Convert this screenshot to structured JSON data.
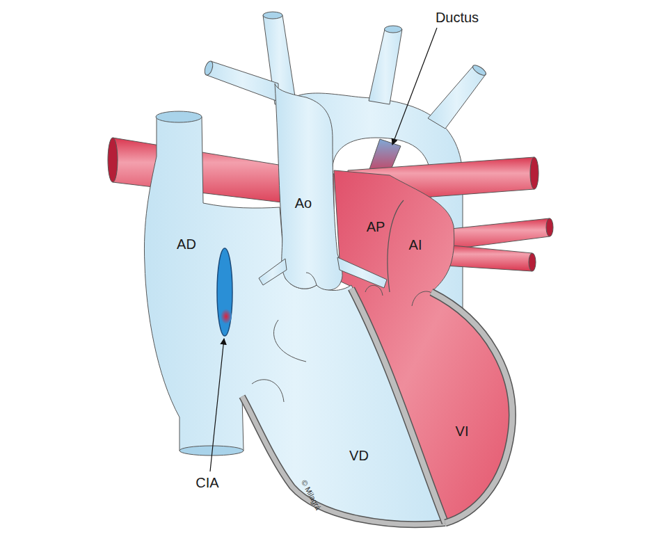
{
  "diagram": {
    "labels": [
      "Ductus",
      "Ao",
      "AP",
      "AI",
      "AD",
      "VI",
      "VD",
      "CIA",
      "© Milagrá"
    ]
  }
}
